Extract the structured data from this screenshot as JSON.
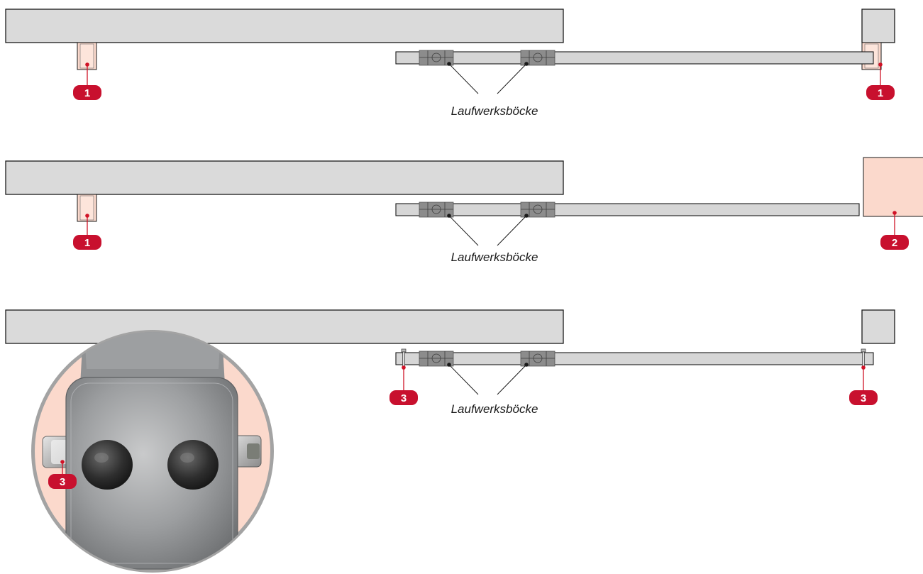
{
  "labels": {
    "truck_label": "Laufwerksböcke"
  },
  "markers": {
    "bracket": "1",
    "stop_block": "2",
    "end_stop": "3"
  },
  "colors": {
    "marker": "#c8102e",
    "bracket_fill": "#fbd9cc",
    "wall": "#dadada"
  }
}
